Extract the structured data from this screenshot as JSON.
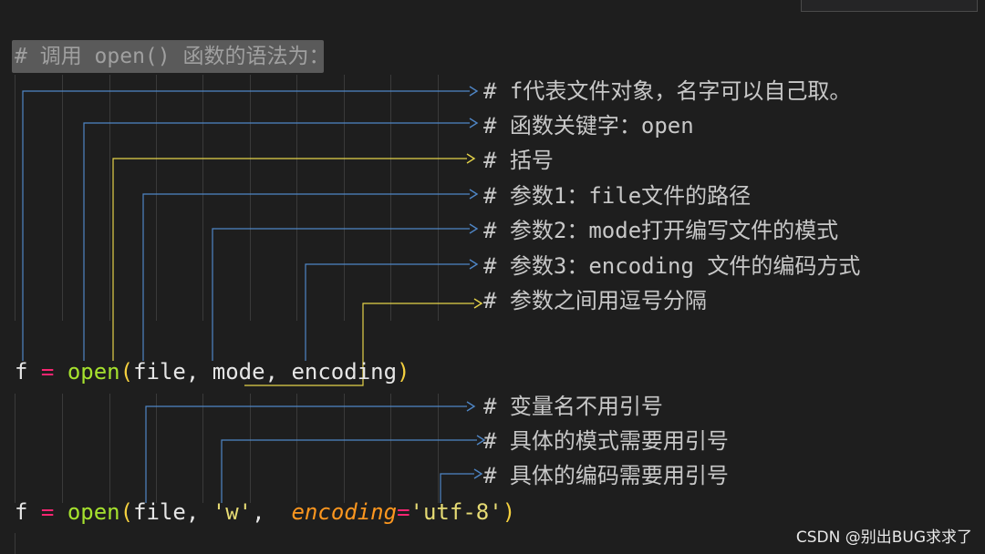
{
  "heading": "# 调用 open() 函数的语法为：",
  "comments_upper": [
    "# f代表文件对象，名字可以自己取。",
    "# 函数关键字：open",
    "# 括号",
    "# 参数1：file文件的路径",
    "# 参数2：mode打开编写文件的模式",
    "# 参数3：encoding 文件的编码方式",
    "# 参数之间用逗号分隔"
  ],
  "code_line_1": {
    "var": "f",
    "eq": "=",
    "fn": "open",
    "open_paren": "(",
    "args": "file, mode, encoding",
    "close_paren": ")"
  },
  "comments_lower": [
    "# 变量名不用引号",
    "# 具体的模式需要用引号",
    "# 具体的编码需要用引号"
  ],
  "code_line_2": {
    "var": "f",
    "eq": "=",
    "fn": "open",
    "open_paren": "(",
    "arg1": "file, ",
    "arg2": "'w'",
    "sep": ",  ",
    "kw": "encoding",
    "kw_eq": "=",
    "arg3": "'utf-8'",
    "close_paren": ")"
  },
  "watermark": "CSDN @别出BUG求求了",
  "colors": {
    "connector_blue": "#4f86c6",
    "connector_yellow": "#e5d34a",
    "background": "#1e1e1e"
  }
}
